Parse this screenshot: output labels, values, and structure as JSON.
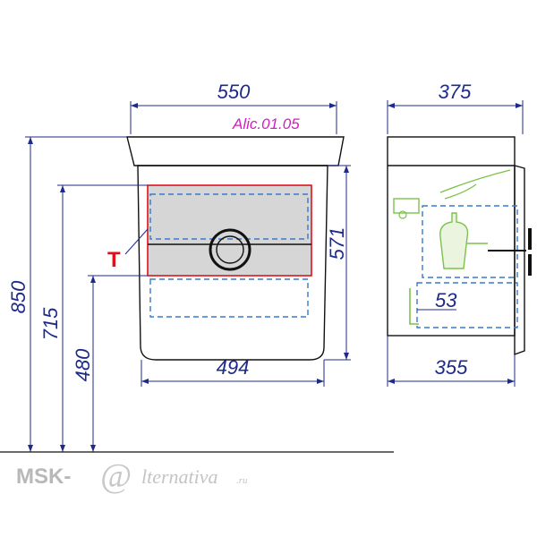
{
  "dimensions": {
    "front_width": "550",
    "side_depth": "375",
    "total_height": "850",
    "drawer_top_height": "715",
    "drawer_bottom_height": "480",
    "cabinet_height": "571",
    "cabinet_width": "494",
    "inner_depth": "355",
    "siphon_offset": "53"
  },
  "model": {
    "label": "Alic.01.05",
    "color": "#d020c0"
  },
  "marker": {
    "label": "T",
    "color": "#e0101a"
  },
  "watermark": {
    "prefix": "MSK-",
    "at_glyph": "@",
    "script_text": "lternativa",
    "suffix": ".ru"
  },
  "colors": {
    "dimension": "#1d2a8a",
    "outline": "#111111",
    "dashed": "#3a78d0",
    "highlight": "#e0101a",
    "panel_fill": "#d6d6d6",
    "fixture": "#7cc24a"
  }
}
